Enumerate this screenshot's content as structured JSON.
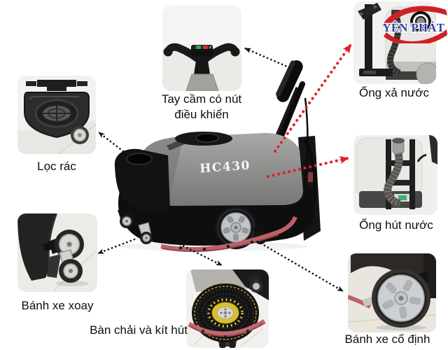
{
  "brand": {
    "name": "YÊN PHÁT"
  },
  "machine": {
    "model": "HC430"
  },
  "callouts": [
    {
      "id": "tay-cam",
      "label": "Tay cầm có nút điều khiển",
      "line1": "Tay cầm có nút",
      "line2": "điều khiển"
    },
    {
      "id": "loc-rac",
      "label": "Lọc rác"
    },
    {
      "id": "ong-xa-nuoc",
      "label": "Ống xả nước"
    },
    {
      "id": "ong-hut-nuoc",
      "label": "Ống hút nước"
    },
    {
      "id": "banh-xe-xoay",
      "label": "Bánh xe xoay"
    },
    {
      "id": "ban-chai-va-kit-hut",
      "label": "Bàn chải và kít hút"
    },
    {
      "id": "banh-xe-co-dinh",
      "label": "Bánh xe cố định"
    }
  ],
  "colors": {
    "arrow_black": "#111111",
    "arrow_red": "#e02128",
    "brand_blue": "#2a3f9b",
    "brand_red": "#cf2027",
    "tank_gray": "#8a8a88"
  }
}
